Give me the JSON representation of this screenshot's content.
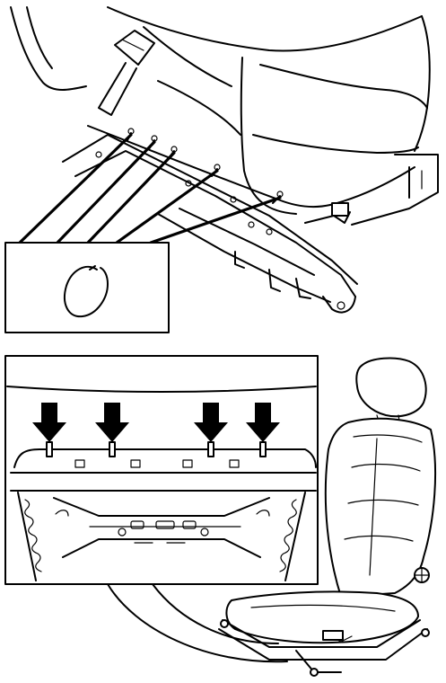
{
  "diagram": {
    "type": "technical-line-illustration",
    "colors": {
      "line": "#000000",
      "background": "#ffffff"
    },
    "top_view": {
      "callout_leader_count": 5,
      "detail_icon": "retaining-ring-clip"
    },
    "bottom_view": {
      "arrow_count": 4,
      "arrow_icon": "down-arrow"
    },
    "inset": {
      "subject": "front-seat-overview"
    }
  }
}
